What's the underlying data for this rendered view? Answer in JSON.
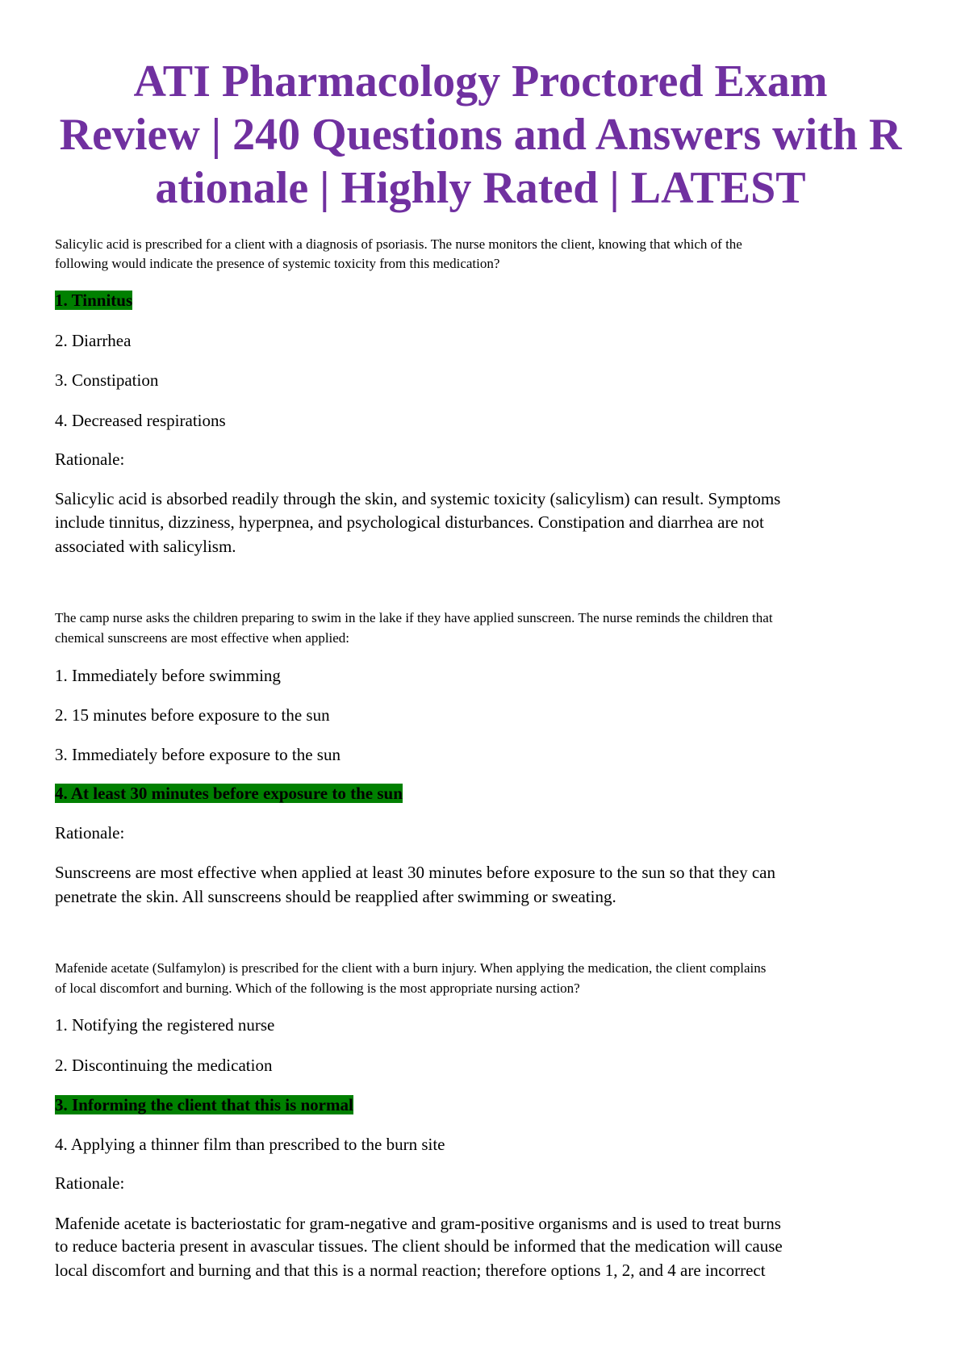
{
  "title": "ATI Pharmacology Proctored Exam Review | 240 Questions and Answers with R ationale | Highly Rated | LATEST",
  "title_lines": [
    "ATI Pharmacology Proctored Exam",
    "Review | 240 Questions and Answers with R",
    "ationale | Highly Rated | LATEST"
  ],
  "colors": {
    "title": "#7030a0",
    "correct_highlight": "#008000"
  },
  "questions": [
    {
      "lines": [
        "Salicylic acid is prescribed for a client with a diagnosis of psoriasis. The nurse monitors the client, knowing that which of the",
        "following would indicate the presence of systemic toxicity from this medication?"
      ],
      "options": [
        "1. Tinnitus",
        "2. Diarrhea",
        "3. Constipation",
        "4. Decreased respirations"
      ],
      "correct": 0,
      "rationale_label": "Rationale:",
      "rationale": [
        "Salicylic acid is absorbed readily through the skin, and systemic toxicity (salicylism) can result. Symptoms",
        "include tinnitus, dizziness, hyperpnea, and psychological disturbances. Constipation and diarrhea are not",
        "associated with salicylism."
      ]
    },
    {
      "lines": [
        "The camp nurse asks the children preparing to swim in the lake if they have applied sunscreen. The nurse reminds the children that",
        "chemical sunscreens are most effective when applied:"
      ],
      "options": [
        "1. Immediately before swimming",
        "2. 15 minutes before exposure to the sun",
        "3. Immediately before exposure to the sun",
        "4. At least 30 minutes before exposure to the sun"
      ],
      "correct": 3,
      "rationale_label": "Rationale:",
      "rationale": [
        "Sunscreens are most effective when applied at least 30 minutes before exposure to the sun so that they can",
        "penetrate the skin. All sunscreens should be reapplied after swimming or sweating."
      ]
    },
    {
      "lines": [
        "Mafenide acetate (Sulfamylon) is prescribed for the client with a burn injury. When applying the medication, the client complains",
        "of local discomfort and burning. Which of the following is the most appropriate nursing action?"
      ],
      "options": [
        "1. Notifying the registered nurse",
        "2. Discontinuing the medication",
        "3. Informing the client that this is normal",
        "4. Applying a thinner film than prescribed to the burn site"
      ],
      "correct": 2,
      "rationale_label": "Rationale:",
      "rationale": [
        "Mafenide acetate is bacteriostatic for gram-negative and gram-positive organisms and is used to treat burns",
        "to reduce bacteria present in avascular tissues. The client should be informed that the medication will cause",
        "local discomfort and burning and that this is a normal reaction; therefore options 1, 2, and 4 are incorrect"
      ]
    }
  ]
}
